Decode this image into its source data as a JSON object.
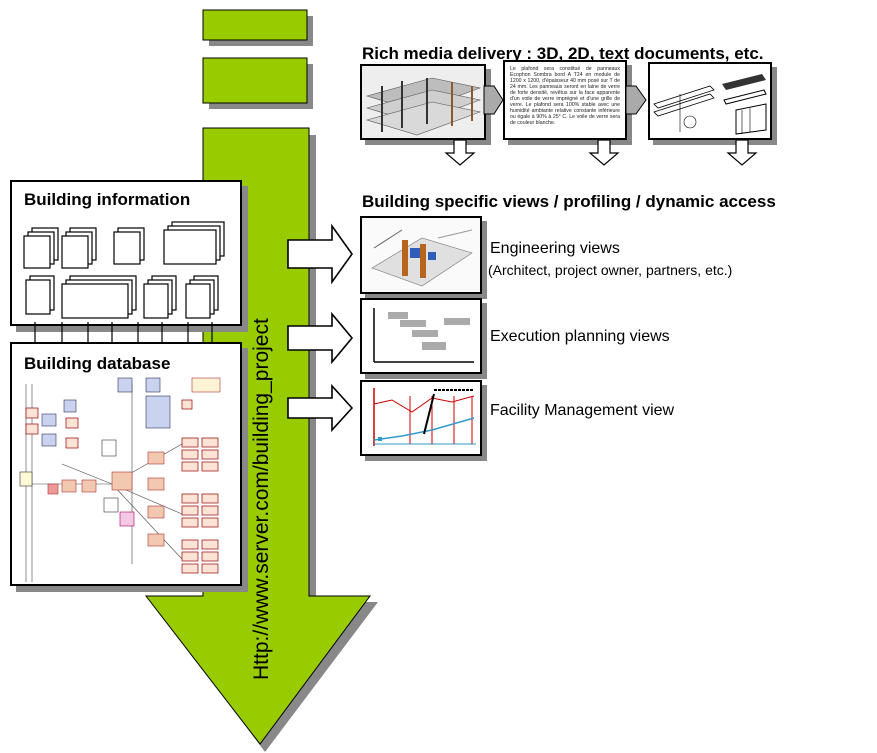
{
  "url_label": "Http://www.server.com/building_project",
  "rich_media": {
    "heading": "Rich media delivery : 3D, 2D, text documents, etc.",
    "document_text": "Le plafond sera constitué de panneaux Ecophon Sombra bord A T24 en module de 1200 x 1200, d'épaisseur 40 mm posé sur T de 24 mm. Les panneaux seront en laine de verre de forte densité, revêtus sur la face apparente d'un voile de verre imprégné et d'une grille de verre. Le plafond sera 100% stable avec une humidité ambiante relative constante inférieure ou égale à 90% à 25° C. Le voile de verre sera de couleur blanche."
  },
  "views": {
    "heading": "Building specific views / profiling / dynamic access",
    "engineering": {
      "title": "Engineering  views",
      "subtitle": "(Architect, project owner, partners, etc.)"
    },
    "execution": {
      "title": "Execution planning views"
    },
    "facility": {
      "title": "Facility Management  view"
    }
  },
  "building_information": {
    "title": "Building information"
  },
  "building_database": {
    "title": "Building database"
  },
  "colors": {
    "arrow_green": "#99cc00",
    "shadow_gray": "#888888",
    "chart_red": "#cc0000",
    "chart_blue": "#3399cc"
  }
}
